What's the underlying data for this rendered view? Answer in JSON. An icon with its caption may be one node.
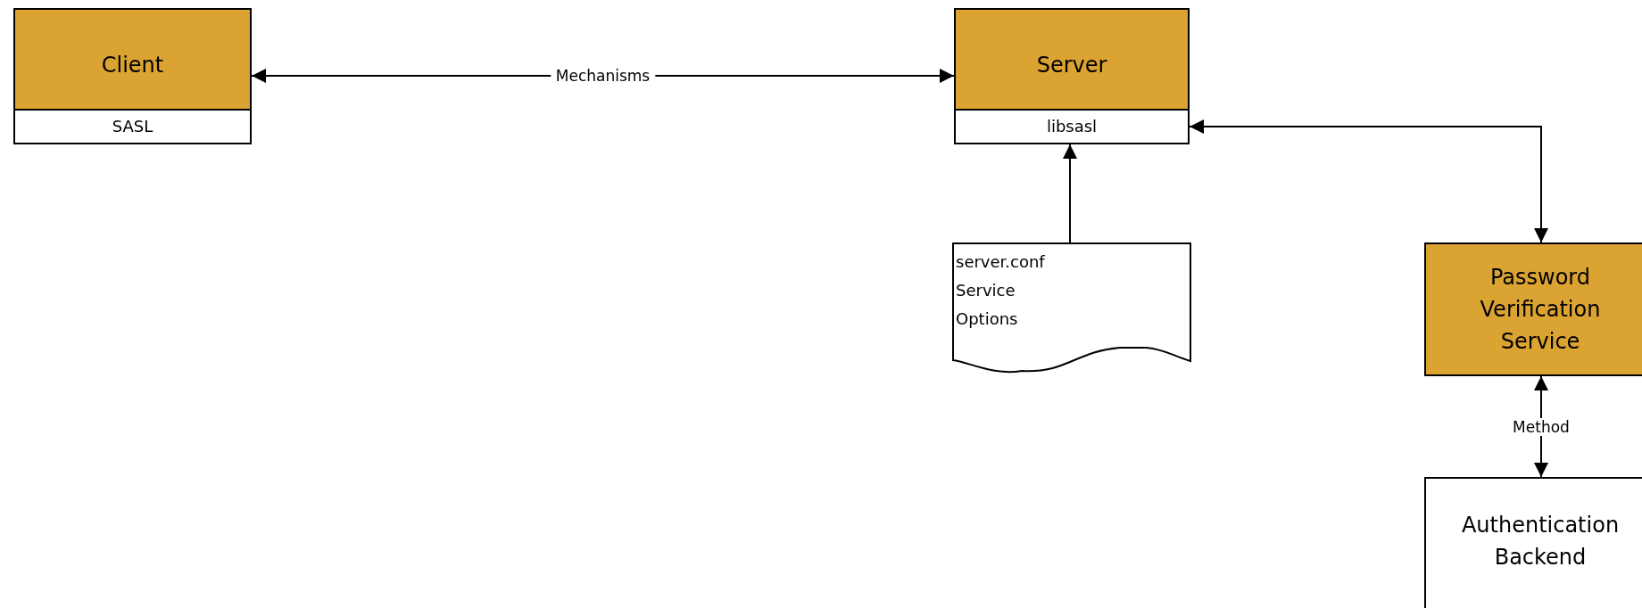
{
  "diagram": {
    "nodes": [
      {
        "text": [
          "Client"
        ]
      },
      {
        "text": [
          "SASL"
        ],
        "in": 0
      },
      {
        "text": [
          "Server"
        ]
      },
      {
        "text": [
          "libsasl"
        ],
        "in": 2
      },
      {
        "text": [
          "server.conf Service Options"
        ]
      },
      {
        "text": [
          "Password Verification Service"
        ]
      },
      {
        "text": [
          "Authentication Backend"
        ]
      }
    ],
    "edges": [
      {
        "from": 0,
        "to": 2,
        "arrow": "both",
        "label": "Mechanisms"
      },
      {
        "from": 4,
        "to": 3,
        "arrow": "to"
      },
      {
        "from": 3,
        "to": 5,
        "arrow": "both"
      },
      {
        "from": 5,
        "to": 6,
        "arrow": "both",
        "label": "Method"
      }
    ]
  }
}
